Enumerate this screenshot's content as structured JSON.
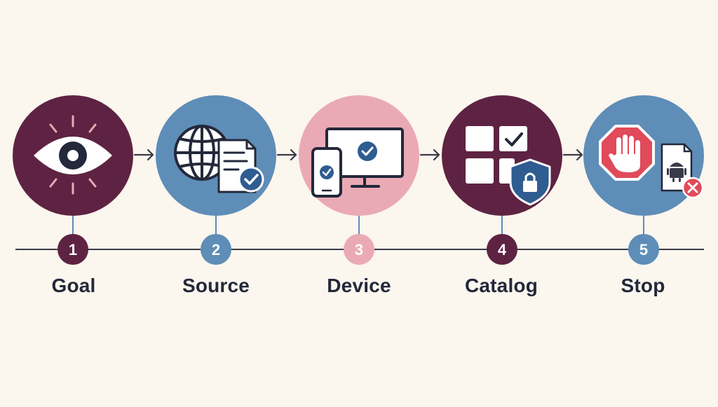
{
  "colors": {
    "background": "#fbf6ee",
    "plum": "#5e2342",
    "steel_blue": "#5e8db8",
    "pink": "#eaaab5",
    "dark": "#23283a",
    "red": "#e04a5a"
  },
  "steps": [
    {
      "number": "1",
      "label": "Goal",
      "icon": "eye-icon",
      "color": "#5e2342"
    },
    {
      "number": "2",
      "label": "Source",
      "icon": "globe-document-check-icon",
      "color": "#5e8db8"
    },
    {
      "number": "3",
      "label": "Device",
      "icon": "phone-monitor-check-icon",
      "color": "#eaaab5"
    },
    {
      "number": "4",
      "label": "Catalog",
      "icon": "grid-shield-lock-icon",
      "color": "#5e2342"
    },
    {
      "number": "5",
      "label": "Stop",
      "icon": "stop-hand-android-x-icon",
      "color": "#5e8db8"
    }
  ]
}
